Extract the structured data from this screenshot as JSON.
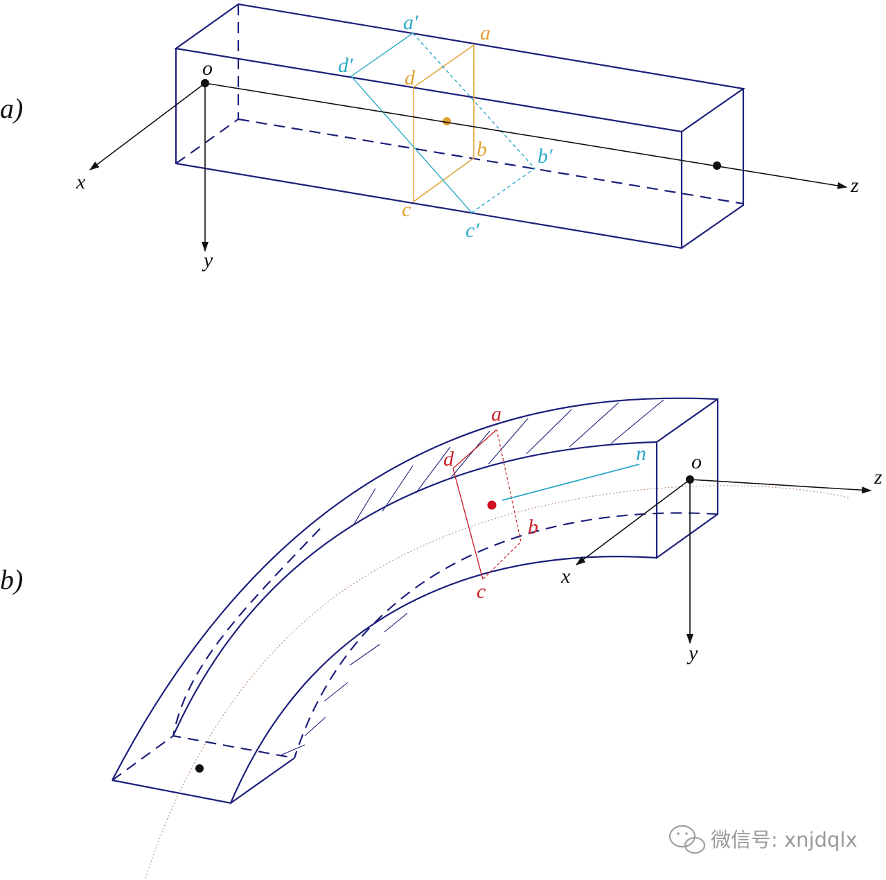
{
  "panels": {
    "a": {
      "label": "a)",
      "origin": "o",
      "axes": {
        "x": "x",
        "y": "y",
        "z": "z"
      },
      "section": {
        "a": "a",
        "b": "b",
        "c": "c",
        "d": "d"
      },
      "section_rotated": {
        "a": "a′",
        "b": "b′",
        "c": "c′",
        "d": "d′"
      }
    },
    "b": {
      "label": "b)",
      "origin": "o",
      "axes": {
        "x": "x",
        "y": "y",
        "z": "z"
      },
      "section": {
        "a": "a",
        "b": "b",
        "c": "c",
        "d": "d"
      },
      "normal": "n"
    }
  },
  "watermark": {
    "text": "微信号: xnjdqlx",
    "icon": "wechat-icon"
  },
  "colors": {
    "outline": "#1b1f7a",
    "section_orange": "#e0a030",
    "section_cyan": "#2aa9c9",
    "section_red": "#c8202a",
    "axis": "#111111"
  }
}
